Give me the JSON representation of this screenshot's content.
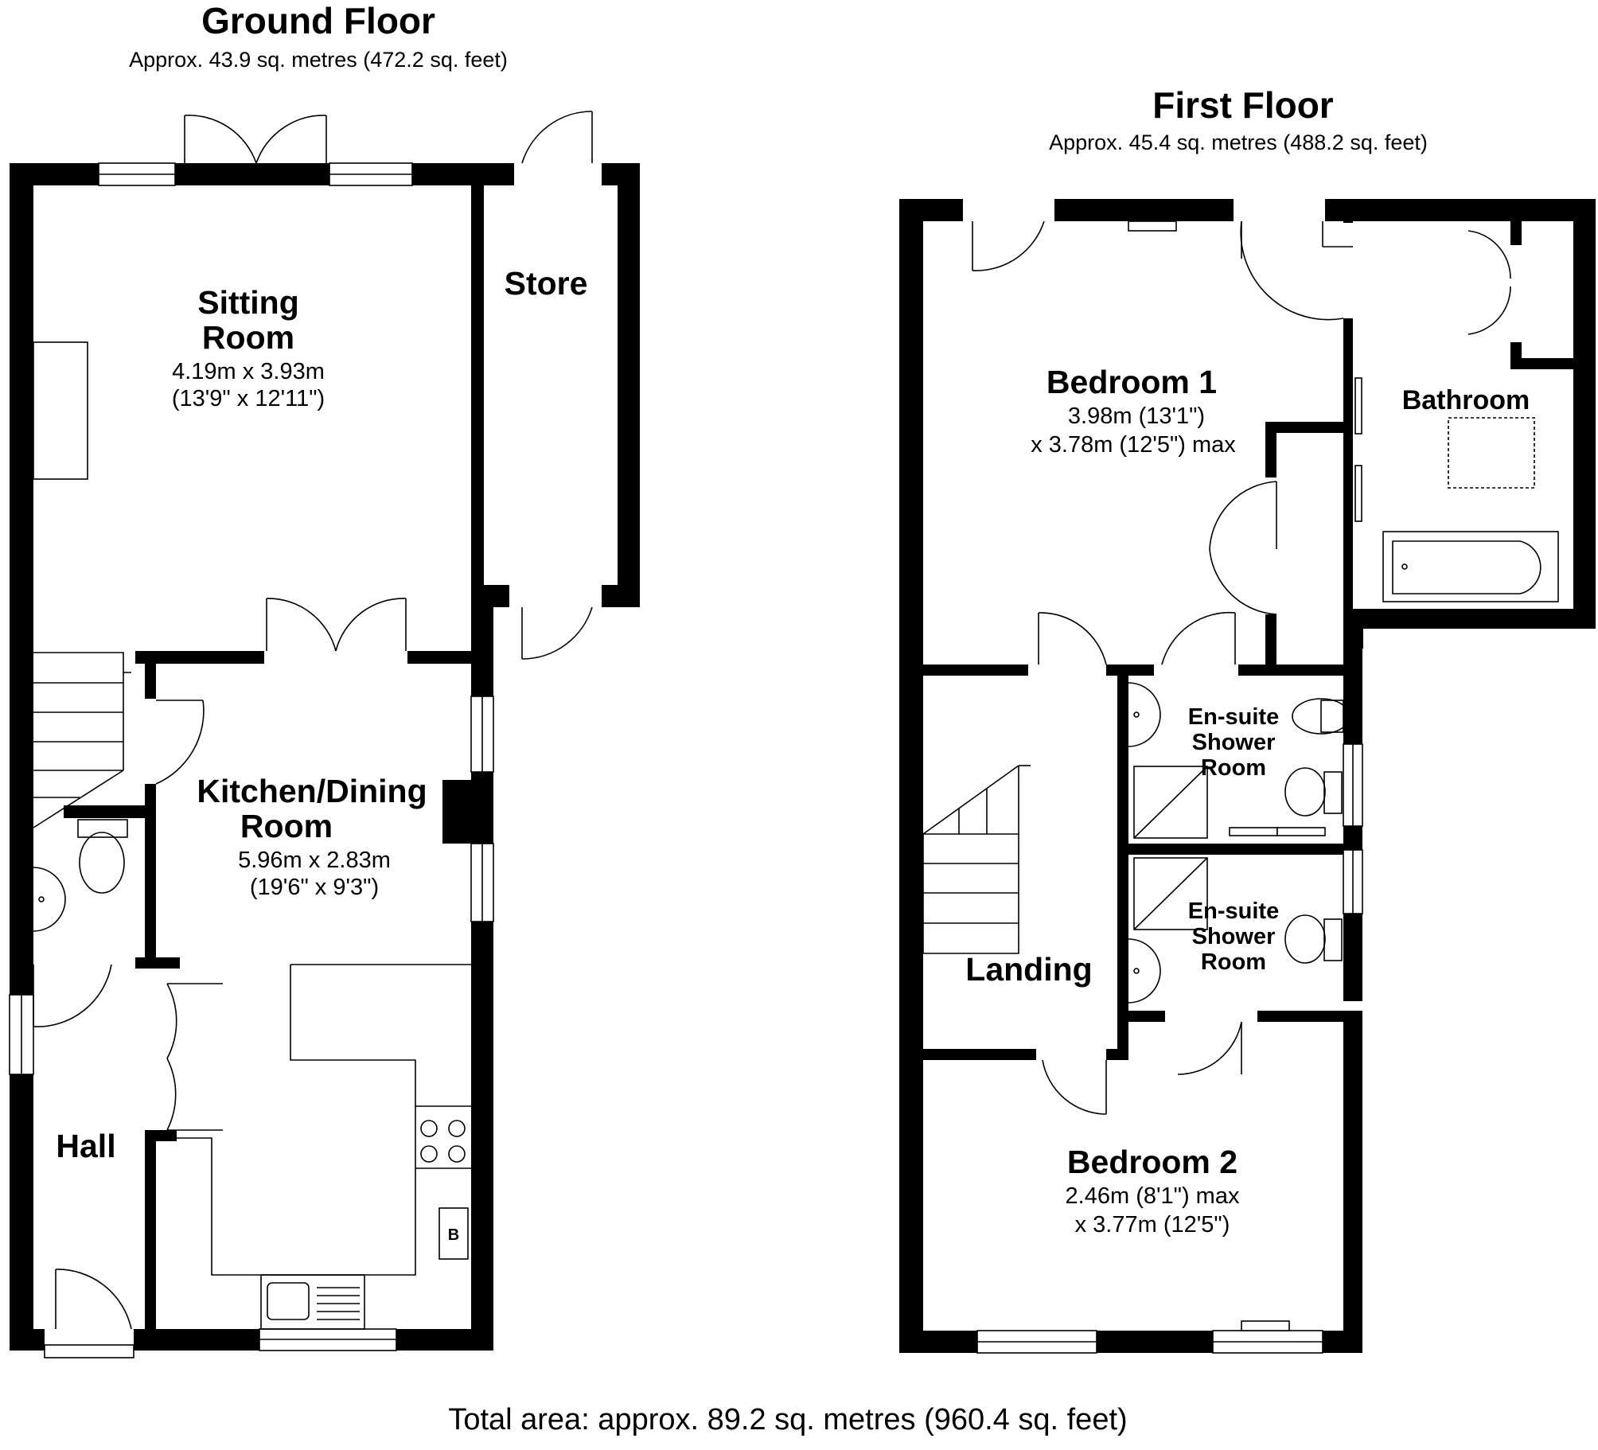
{
  "ground_floor": {
    "title": "Ground Floor",
    "area": "Approx. 43.9 sq. metres (472.2 sq. feet)",
    "rooms": {
      "sitting": {
        "name_line1": "Sitting",
        "name_line2": "Room",
        "dim1": "4.19m x 3.93m",
        "dim2": "(13'9\" x 12'11\")"
      },
      "store": {
        "name": "Store"
      },
      "kitchen": {
        "name_line1": "Kitchen/Dining",
        "name_line2": "Room",
        "dim1": "5.96m x 2.83m",
        "dim2": "(19'6\" x 9'3\")"
      },
      "hall": {
        "name": "Hall"
      },
      "boiler": {
        "label": "B"
      }
    }
  },
  "first_floor": {
    "title": "First Floor",
    "area": "Approx. 45.4 sq. metres (488.2 sq. feet)",
    "rooms": {
      "bedroom1": {
        "name": "Bedroom 1",
        "dim1": "3.98m (13'1\")",
        "dim2": "x 3.78m (12'5\") max"
      },
      "bathroom": {
        "name": "Bathroom"
      },
      "ensuite1": {
        "line1": "En-suite",
        "line2": "Shower",
        "line3": "Room"
      },
      "ensuite2": {
        "line1": "En-suite",
        "line2": "Shower",
        "line3": "Room"
      },
      "landing": {
        "name": "Landing"
      },
      "bedroom2": {
        "name": "Bedroom 2",
        "dim1": "2.46m (8'1\") max",
        "dim2": "x 3.77m (12'5\")"
      }
    }
  },
  "total_area": "Total area: approx. 89.2 sq. metres (960.4 sq. feet)"
}
